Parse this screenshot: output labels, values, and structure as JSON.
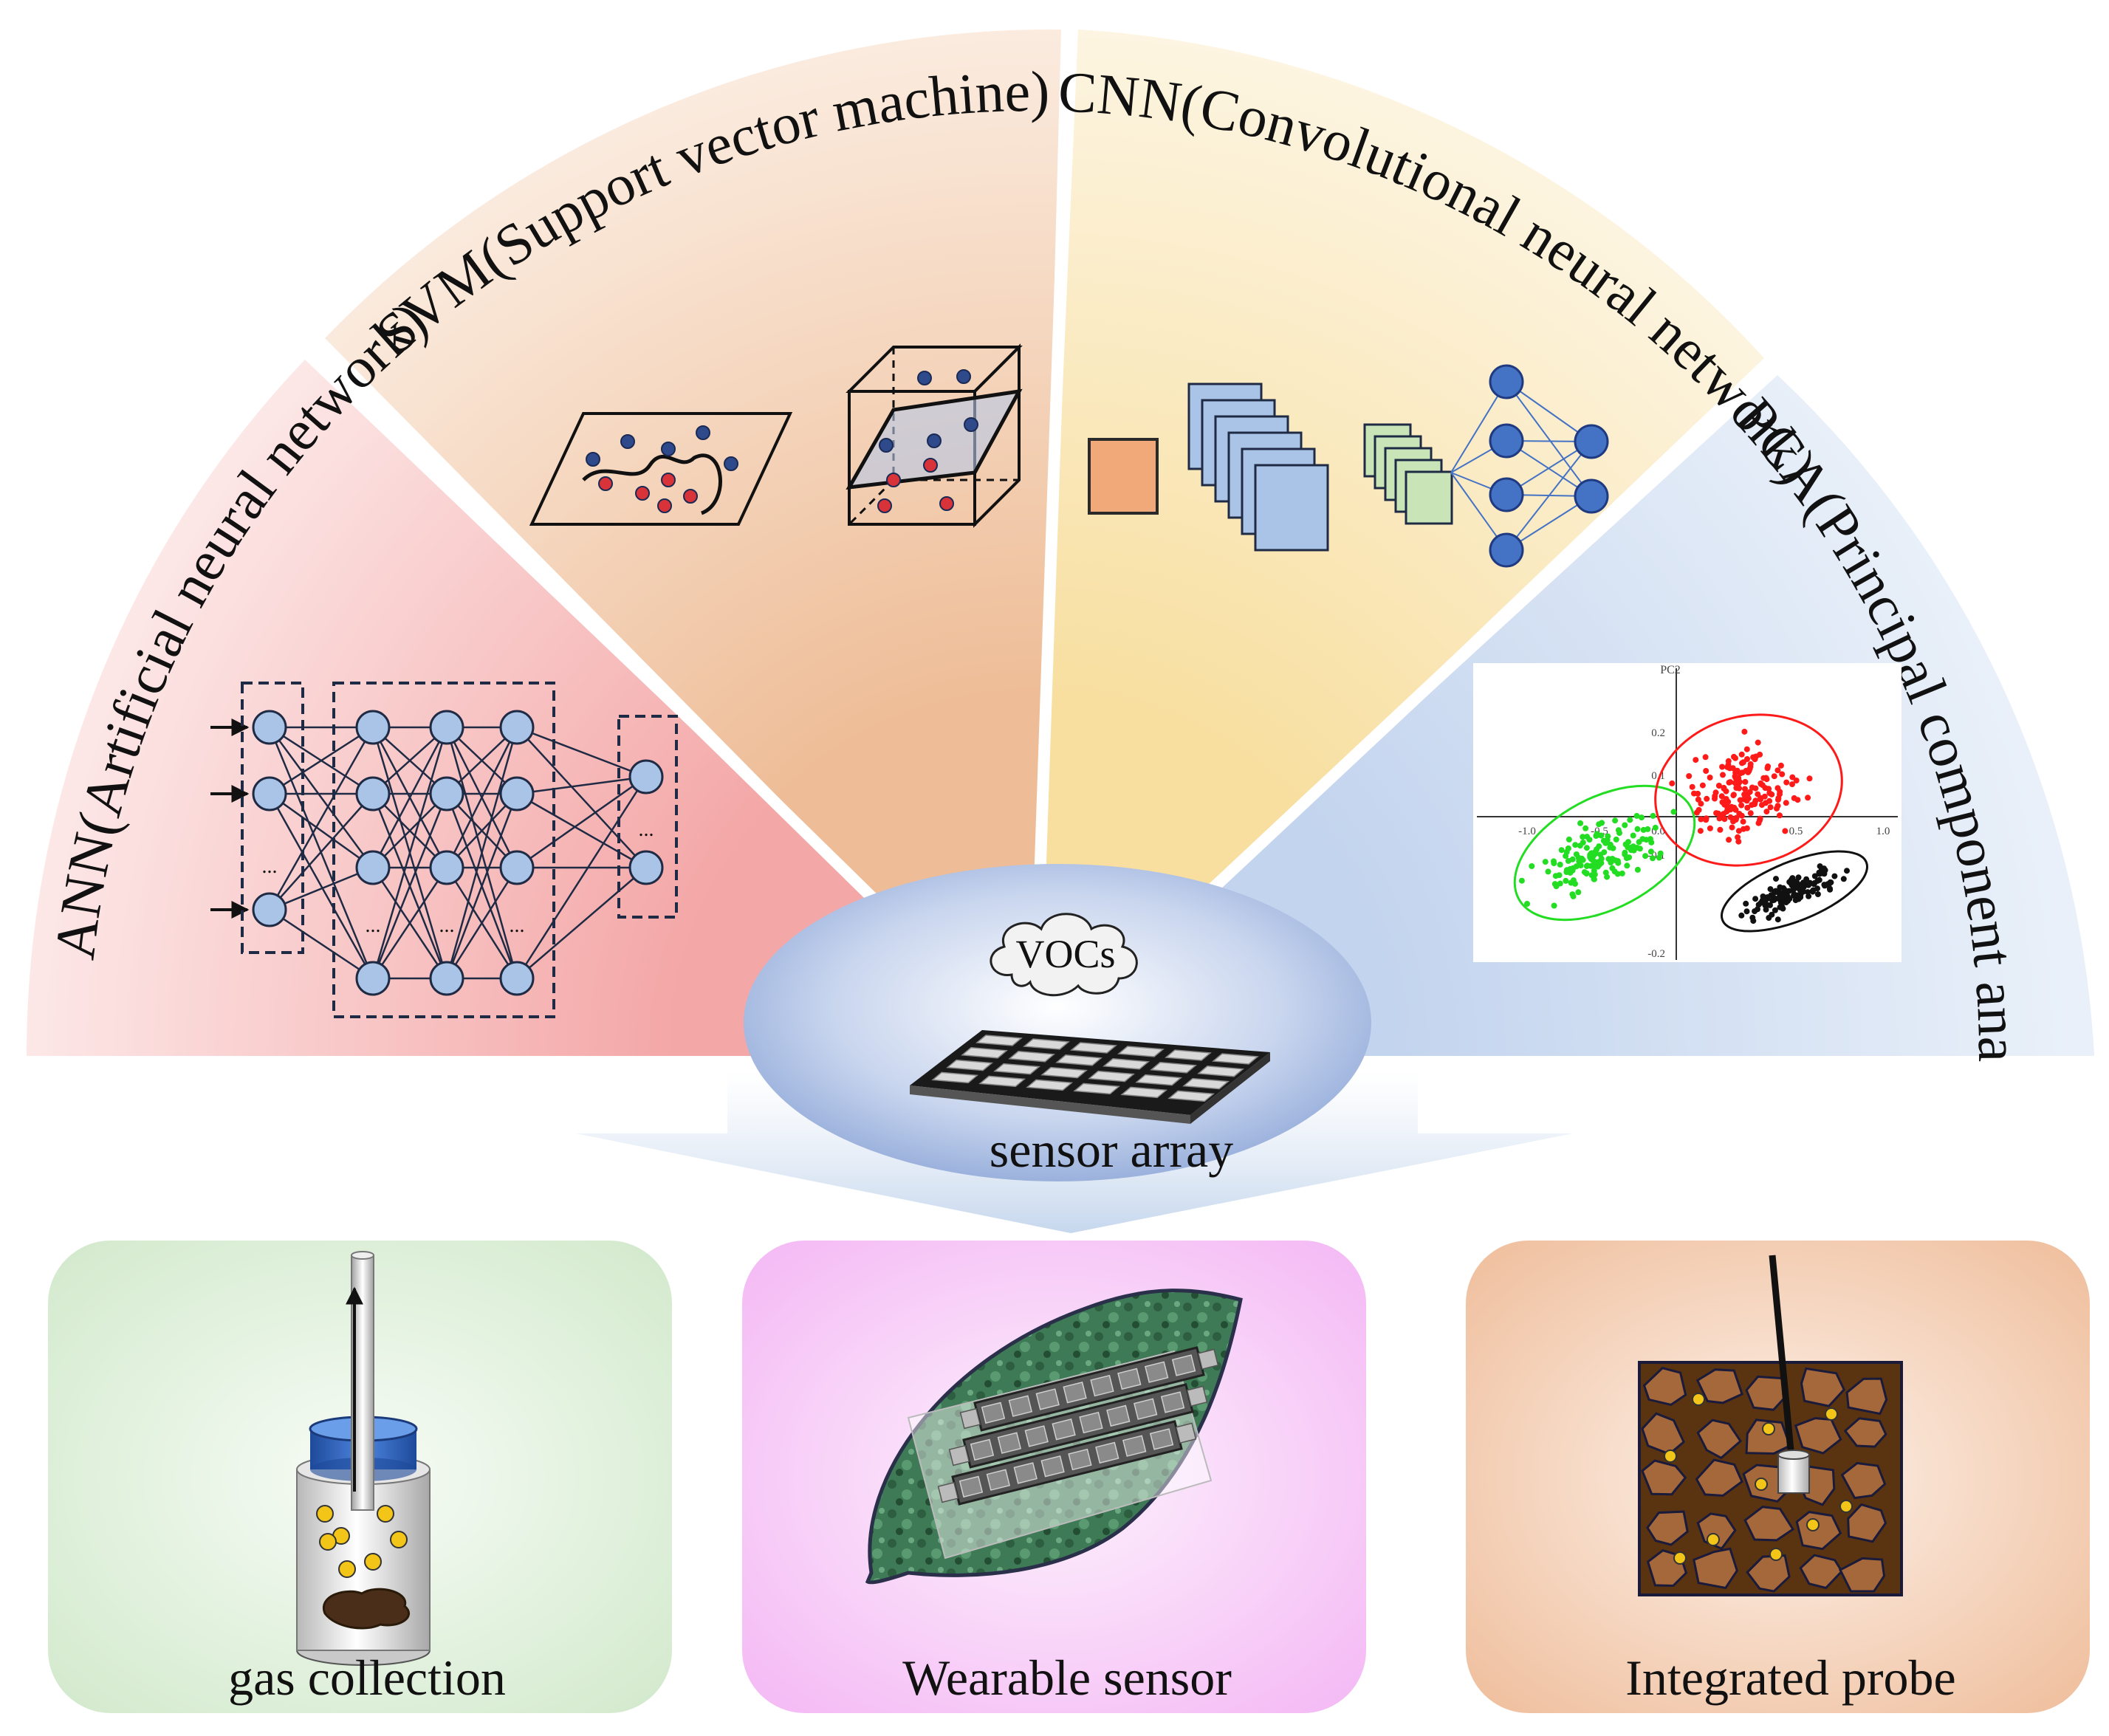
{
  "fan": {
    "sectors": [
      {
        "id": "ann",
        "title": "ANN(Artificial neural network)",
        "colors": [
          "#f4aaaa",
          "#fde4e4"
        ]
      },
      {
        "id": "svm",
        "title": "SVM(Support vector machine)",
        "colors": [
          "#eec09b",
          "#fbe9dc"
        ]
      },
      {
        "id": "cnn",
        "title": "CNN(Convolutional neural network)",
        "colors": [
          "#f8e0a4",
          "#fdf3de"
        ]
      },
      {
        "id": "pca",
        "title": "PCA(Principal component analysis)",
        "colors": [
          "#c7d6ee",
          "#e6eef8"
        ]
      }
    ]
  },
  "ann": {
    "ellipsis": "...",
    "node_color": "#a9c4e6",
    "line_color": "#1f2a44"
  },
  "svm": {
    "red_point_color": "#d9333a",
    "blue_point_color": "#2f4a8a"
  },
  "cnn": {
    "input_color": "#f2a97a",
    "map_color": "#a9c4e6",
    "pool_color": "#c9e5b8",
    "node_color": "#4472c4"
  },
  "pca": {
    "axis_label_top": "PC2",
    "ticks_x": [
      "-1.0",
      "-0.5",
      "0.5",
      "1.0"
    ],
    "ticks_y": [
      "0.2",
      "0.1",
      "-0.1",
      "-0.2"
    ],
    "origin_label": "0.0",
    "cluster_colors": {
      "red": "#ff1a1a",
      "green": "#22dd22",
      "black": "#111111"
    }
  },
  "center": {
    "cloud_label": "VOCs",
    "sensor_label": "sensor array"
  },
  "bottom": {
    "panels": [
      {
        "id": "gas",
        "label": "gas collection",
        "colors": [
          "#d4ebcf",
          "#f3faf1"
        ]
      },
      {
        "id": "wearable",
        "label": "Wearable sensor",
        "colors": [
          "#f6bdf6",
          "#fdf0fd"
        ]
      },
      {
        "id": "probe",
        "label": "Integrated probe",
        "colors": [
          "#f1c3a2",
          "#fcefe5"
        ]
      }
    ]
  }
}
